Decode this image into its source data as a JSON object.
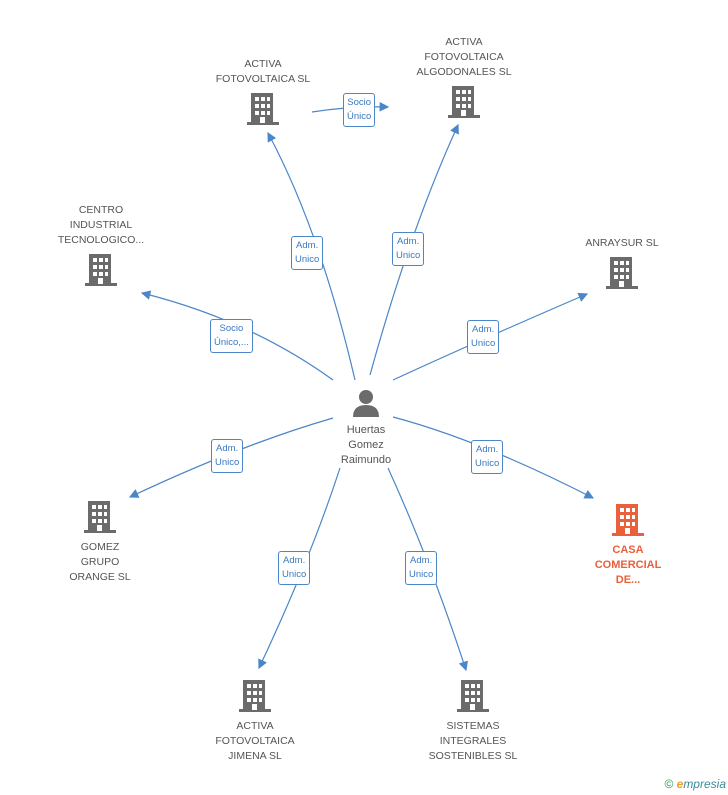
{
  "center": {
    "name": "Huertas\nGomez\nRaimundo",
    "icon": "person-icon"
  },
  "companies": [
    {
      "id": "activa-fotovoltaica",
      "name": "ACTIVA\nFOTOVOLTAICA SL",
      "icon": "building-icon"
    },
    {
      "id": "activa-algodonales",
      "name": "ACTIVA\nFOTOVOLTAICA\nALGODONALES SL",
      "icon": "building-icon"
    },
    {
      "id": "centro-industrial",
      "name": "CENTRO\nINDUSTRIAL\nTECNOLOGICO...",
      "icon": "building-icon"
    },
    {
      "id": "anraysur",
      "name": "ANRAYSUR SL",
      "icon": "building-icon"
    },
    {
      "id": "gomez-grupo",
      "name": "GOMEZ\nGRUPO\nORANGE SL",
      "icon": "building-icon"
    },
    {
      "id": "casa-comercial",
      "name": "CASA\nCOMERCIAL\nDE...",
      "icon": "building-icon",
      "color": "#e8603c"
    },
    {
      "id": "activa-jimena",
      "name": "ACTIVA\nFOTOVOLTAICA\nJIMENA SL",
      "icon": "building-icon"
    },
    {
      "id": "sistemas-integrales",
      "name": "SISTEMAS\nINTEGRALES\nSOSTENIBLES SL",
      "icon": "building-icon"
    }
  ],
  "relations": [
    {
      "from": "center",
      "to": "activa-fotovoltaica",
      "label": "Adm.\nUnico"
    },
    {
      "from": "center",
      "to": "activa-algodonales",
      "label": "Adm.\nUnico"
    },
    {
      "from": "activa-fotovoltaica",
      "to": "activa-algodonales",
      "label": "Socio\nÚnico"
    },
    {
      "from": "center",
      "to": "centro-industrial",
      "label": "Socio\nÚnico,..."
    },
    {
      "from": "center",
      "to": "anraysur",
      "label": "Adm.\nUnico"
    },
    {
      "from": "center",
      "to": "gomez-grupo",
      "label": "Adm.\nUnico"
    },
    {
      "from": "center",
      "to": "casa-comercial",
      "label": "Adm.\nUnico"
    },
    {
      "from": "center",
      "to": "activa-jimena",
      "label": "Adm.\nUnico"
    },
    {
      "from": "center",
      "to": "sistemas-integrales",
      "label": "Adm.\nUnico"
    }
  ],
  "colors": {
    "line": "#4a86c8",
    "building": "#6b6b6b",
    "highlight": "#e8603c",
    "text": "#555555"
  },
  "footer": {
    "copyright": "©",
    "brand_initial": "e",
    "brand_rest": "mpresia"
  }
}
